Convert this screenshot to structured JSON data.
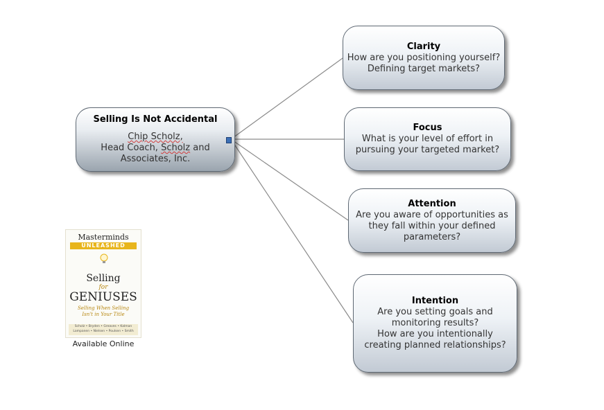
{
  "center": {
    "title": "Selling Is Not Accidental",
    "name": "Chip Scholz,",
    "role_prefix": "Head Coach, ",
    "role_name": "Scholz",
    "role_suffix": " and",
    "org": "Associates, Inc."
  },
  "topics": [
    {
      "title": "Clarity",
      "lines": [
        "How are you positioning yourself?",
        "Defining target markets?"
      ]
    },
    {
      "title": "Focus",
      "lines": [
        "What is your level of effort in",
        "pursuing your targeted market?"
      ]
    },
    {
      "title": "Attention",
      "lines": [
        "Are you aware of opportunities as",
        "they fall within your defined",
        "parameters?"
      ]
    },
    {
      "title": "Intention",
      "lines": [
        "Are you setting goals and",
        "monitoring results?",
        "How are you intentionally",
        "creating planned relationships?"
      ]
    }
  ],
  "book": {
    "series": "Masterminds",
    "band": "UNLEASHED",
    "title_1": "Selling",
    "title_2": "for",
    "title_3": "GENIUSES",
    "subtitle_1": "Selling When Selling",
    "subtitle_2": "Isn't in Your Title",
    "authors_1": "Scholz • Bryden • Greaves • Kalman",
    "authors_2": "Lampanen • Nielsen • Poulsen • Smith",
    "caption": "Available Online"
  },
  "colors": {
    "connector": "#8a8a8a",
    "handle": "#3b6fb6",
    "book_accent": "#e8b51c"
  }
}
